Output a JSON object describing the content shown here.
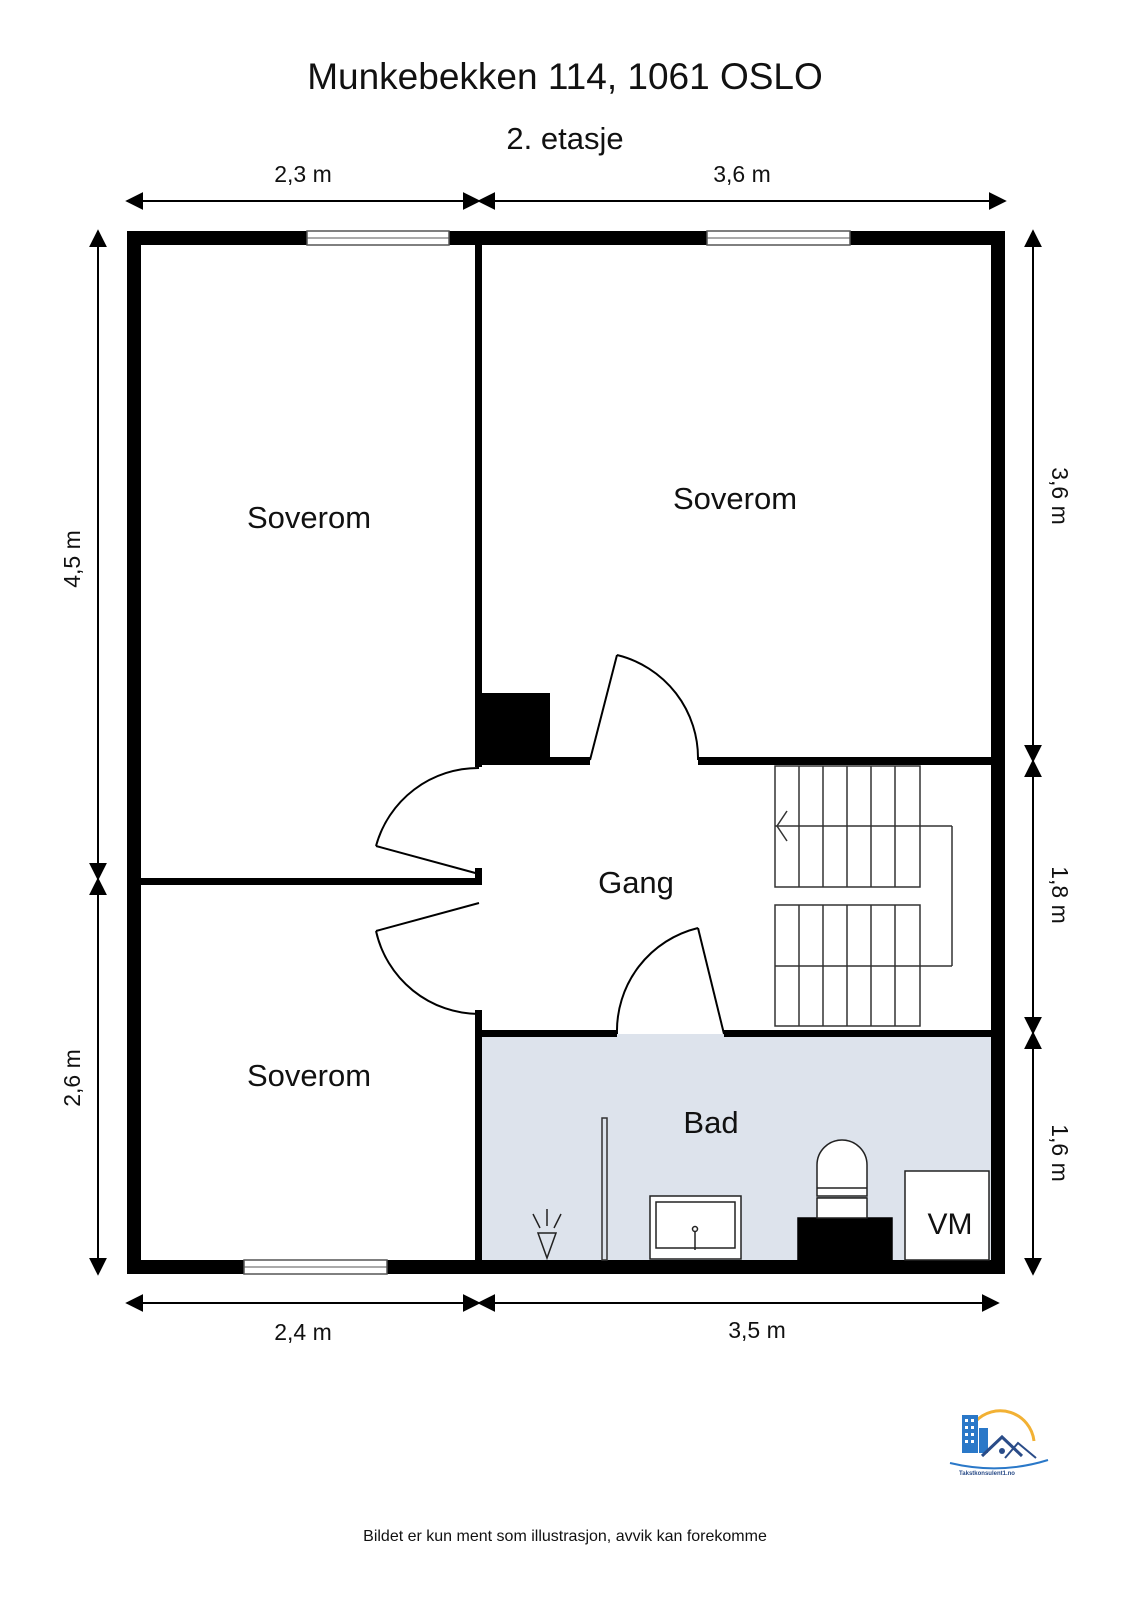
{
  "header": {
    "address": "Munkebekken 114, 1061 OSLO",
    "floor": "2. etasje"
  },
  "dimensions": {
    "top_left": "2,3 m",
    "top_right": "3,6 m",
    "bottom_left": "2,4 m",
    "bottom_right": "3,5 m",
    "left_upper": "4,5 m",
    "left_lower": "2,6 m",
    "right_upper": "3,6 m",
    "right_middle": "1,8 m",
    "right_lower": "1,6 m"
  },
  "rooms": {
    "bedroom_top_left": "Soverom",
    "bedroom_top_right": "Soverom",
    "bedroom_bottom_left": "Soverom",
    "hallway": "Gang",
    "bathroom": "Bad",
    "washing_machine": "VM"
  },
  "colors": {
    "wall": "#000000",
    "bathroom_floor": "#dde3ec",
    "logo_blue": "#2a78c8",
    "logo_sun": "#f2b134"
  },
  "logo": {
    "text": "Takstkonsulent1.no"
  },
  "footer": {
    "disclaimer": "Bildet er kun ment som illustrasjon, avvik kan forekomme"
  }
}
